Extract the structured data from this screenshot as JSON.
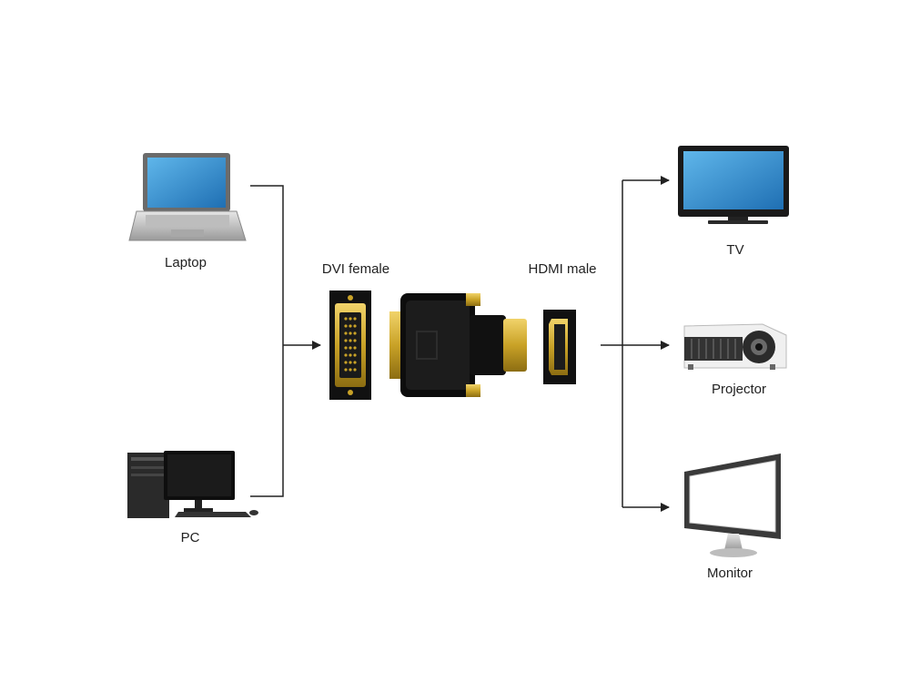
{
  "labels": {
    "laptop": "Laptop",
    "pc": "PC",
    "dvi": "DVI female",
    "hdmi": "HDMI male",
    "tv": "TV",
    "projector": "Projector",
    "monitor": "Monitor"
  },
  "colors": {
    "line": "#222222",
    "screen": "#2f86c9",
    "gold": "#c9a227",
    "black": "#111111"
  }
}
